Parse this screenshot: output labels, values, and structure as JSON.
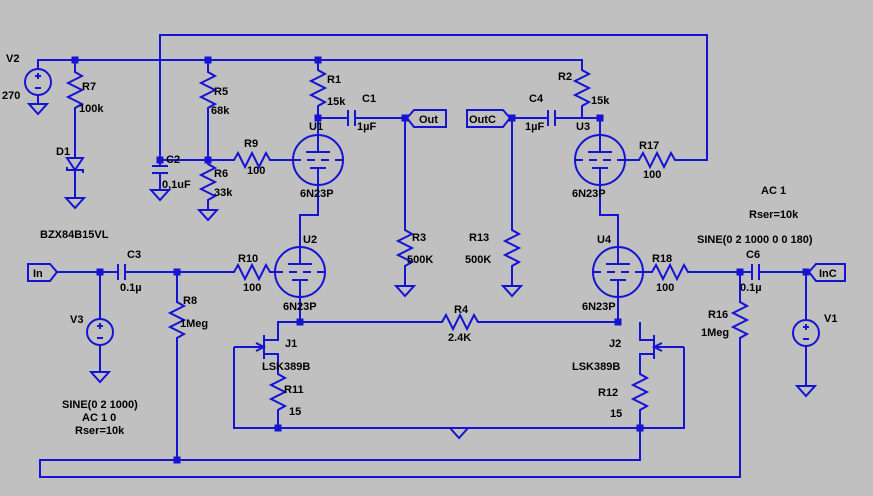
{
  "colors": {
    "background": "#c0c0c0",
    "wire": "#1414d2",
    "text": "#000000"
  },
  "flags": {
    "in": "In",
    "out": "Out",
    "outc": "OutC",
    "inc": "InC"
  },
  "components": {
    "V2": {
      "label": "V2",
      "value": "270"
    },
    "R7": {
      "label": "R7",
      "value": "100k"
    },
    "D1": {
      "label": "D1",
      "value": "BZX84B15VL"
    },
    "C2": {
      "label": "C2",
      "value": "0,1uF"
    },
    "R5": {
      "label": "R5",
      "value": "68k"
    },
    "R6": {
      "label": "R6",
      "value": "33k"
    },
    "R9": {
      "label": "R9",
      "value": "100"
    },
    "R1": {
      "label": "R1",
      "value": "15k"
    },
    "C1": {
      "label": "C1",
      "value": "1µF"
    },
    "R3": {
      "label": "R3",
      "value": "500K"
    },
    "R13": {
      "label": "R13",
      "value": "500K"
    },
    "C4": {
      "label": "C4",
      "value": "1µF"
    },
    "R2": {
      "label": "R2",
      "value": "15k"
    },
    "R17": {
      "label": "R17",
      "value": "100"
    },
    "U1": {
      "label": "U1",
      "value": "6N23P"
    },
    "U2": {
      "label": "U2",
      "value": "6N23P"
    },
    "U3": {
      "label": "U3",
      "value": "6N23P"
    },
    "U4": {
      "label": "U4",
      "value": "6N23P"
    },
    "R10": {
      "label": "R10",
      "value": "100"
    },
    "R18": {
      "label": "R18",
      "value": "100"
    },
    "C3": {
      "label": "C3",
      "value": "0.1µ"
    },
    "C6": {
      "label": "C6",
      "value": "0.1µ"
    },
    "R8": {
      "label": "R8",
      "value": "1Meg"
    },
    "R16": {
      "label": "R16",
      "value": "1Meg"
    },
    "R4": {
      "label": "R4",
      "value": "2.4K"
    },
    "J1": {
      "label": "J1",
      "value": "LSK389B"
    },
    "J2": {
      "label": "J2",
      "value": "LSK389B"
    },
    "R11": {
      "label": "R11",
      "value": "15"
    },
    "R12": {
      "label": "R12",
      "value": "15"
    },
    "V3": {
      "label": "V3",
      "lines": [
        "SINE(0 2 1000)",
        "AC 1 0",
        "Rser=10k"
      ]
    },
    "V1": {
      "label": "V1",
      "lines": [
        "AC 1",
        "Rser=10k",
        "SINE(0 2 1000 0 0 180)"
      ]
    }
  }
}
